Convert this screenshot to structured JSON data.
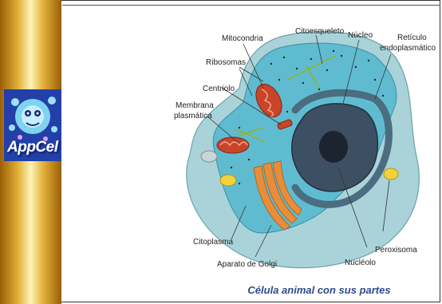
{
  "logo": {
    "text": "AppCel"
  },
  "diagram": {
    "labels": {
      "citoesqueleto": "Citoesqueleto",
      "nucleo": "Núcleo",
      "mitocondria": "Mitocondria",
      "reticulo_1": "Retículo",
      "reticulo_2": "endoplasmático",
      "ribosomas": "Ribosomas",
      "centriolo": "Centriolo",
      "membrana_1": "Membrana",
      "membrana_2": "plasmática",
      "citoplasma": "Citoplasma",
      "peroxisoma": "Peroxisoma",
      "golgi": "Aparato de Golgi",
      "nucleolo": "Nucléolo"
    },
    "caption": "Célula animal con sus partes"
  },
  "colors": {
    "cell_outer": "#a9d3d9",
    "cytoplasm": "#5fbcd0",
    "nucleus": "#3d4f63",
    "nucleolus": "#1c2430",
    "mitochondria": "#c8452a",
    "golgi": "#e88d38",
    "peroxisome": "#f3d23a",
    "caption": "#2c4a8a"
  }
}
